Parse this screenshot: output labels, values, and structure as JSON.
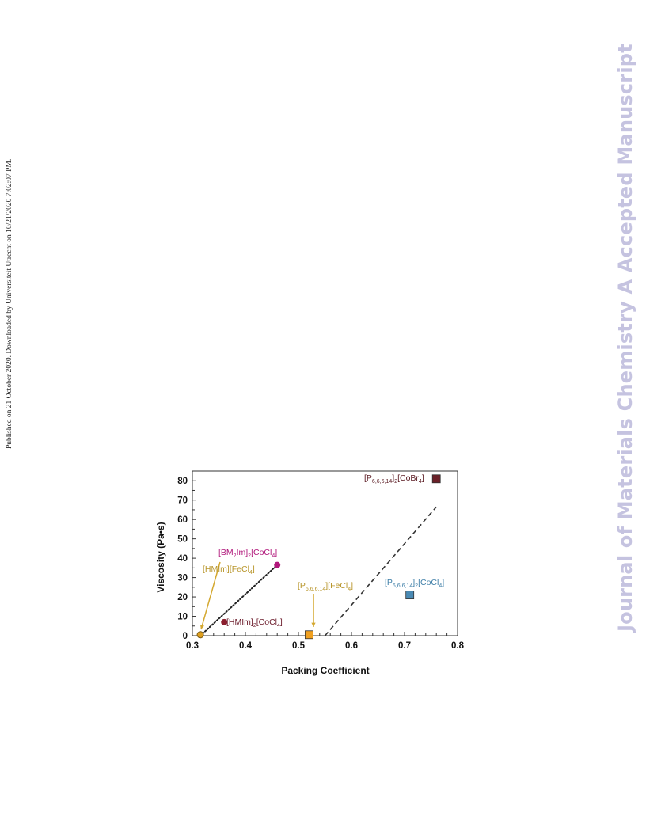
{
  "side_note": "Published on 21 October 2020. Downloaded by Universiteit Utrecht on 10/21/2020 7:02:07 PM.",
  "watermark": "Journal of Materials Chemistry A Accepted Manuscript",
  "chart_data": {
    "type": "scatter",
    "title": "",
    "xlabel": "Packing Coefficient",
    "ylabel": "Viscosity (Pa•s)",
    "xlim": [
      0.3,
      0.8
    ],
    "ylim": [
      0,
      85
    ],
    "xticks": [
      "0.3",
      "0.4",
      "0.5",
      "0.6",
      "0.7",
      "0.8"
    ],
    "yticks": [
      "0",
      "10",
      "20",
      "30",
      "40",
      "50",
      "60",
      "70",
      "80"
    ],
    "grid": false,
    "points": [
      {
        "x": 0.315,
        "y": 0.5,
        "marker": "circle",
        "color": "#e0a020",
        "label": "[HMIm][FeCl4]",
        "label_parts": [
          [
            "[HMIm][FeCl",
            ""
          ],
          [
            "4",
            "sub"
          ],
          [
            "]",
            ""
          ]
        ],
        "label_color": "#b8952a"
      },
      {
        "x": 0.36,
        "y": 7,
        "marker": "circle",
        "color": "#8b1e2e",
        "label": "[HMIm]2[CoCl4]",
        "label_parts": [
          [
            "[HMIm]",
            ""
          ],
          [
            "2",
            "sub"
          ],
          [
            "[CoCl",
            ""
          ],
          [
            "4",
            "sub"
          ],
          [
            "]",
            ""
          ]
        ],
        "label_color": "#6b1a2a"
      },
      {
        "x": 0.46,
        "y": 36.5,
        "marker": "circle",
        "color": "#b0167a",
        "label": "[BM2Im]2[CoCl4]",
        "label_parts": [
          [
            "[BM",
            ""
          ],
          [
            "2",
            "sub"
          ],
          [
            "Im]",
            ""
          ],
          [
            "2",
            "sub"
          ],
          [
            "[CoCl",
            ""
          ],
          [
            "4",
            "sub"
          ],
          [
            "]",
            ""
          ]
        ],
        "label_color": "#b0167a"
      },
      {
        "x": 0.52,
        "y": 0.5,
        "marker": "square",
        "color": "#f0a020",
        "label": "[P6,6,6,14][FeCl4]",
        "label_parts": [
          [
            "[P",
            ""
          ],
          [
            "6,6,6,14",
            "sub"
          ],
          [
            "][FeCl",
            ""
          ],
          [
            "4",
            "sub"
          ],
          [
            "]",
            ""
          ]
        ],
        "label_color": "#b8952a"
      },
      {
        "x": 0.71,
        "y": 21,
        "marker": "square",
        "color": "#4a8ab4",
        "label": "[P6,6,6,14]2[CoCl4]",
        "label_parts": [
          [
            "[P",
            ""
          ],
          [
            "6,6,6,14",
            "sub"
          ],
          [
            "]",
            ""
          ],
          [
            "2",
            "sub"
          ],
          [
            "[CoCl",
            ""
          ],
          [
            "4",
            "sub"
          ],
          [
            "]",
            ""
          ]
        ],
        "label_color": "#3f7fa8"
      },
      {
        "x": 0.76,
        "y": 81,
        "marker": "square",
        "color": "#6b2028",
        "label": "[P6,6,6,14]2[CoBr4]",
        "label_parts": [
          [
            "[P",
            ""
          ],
          [
            "6,6,6,14",
            "sub"
          ],
          [
            "]",
            ""
          ],
          [
            "2",
            "sub"
          ],
          [
            "[CoBr",
            ""
          ],
          [
            "4",
            "sub"
          ],
          [
            "]",
            ""
          ]
        ],
        "label_color": "#5a1a22"
      }
    ],
    "fit_lines": [
      {
        "style": "dotted",
        "color": "#222222",
        "from": [
          0.315,
          0
        ],
        "to": [
          0.46,
          36.5
        ]
      },
      {
        "style": "dashed",
        "color": "#333333",
        "from": [
          0.55,
          0
        ],
        "to": [
          0.76,
          66.5
        ]
      }
    ]
  }
}
